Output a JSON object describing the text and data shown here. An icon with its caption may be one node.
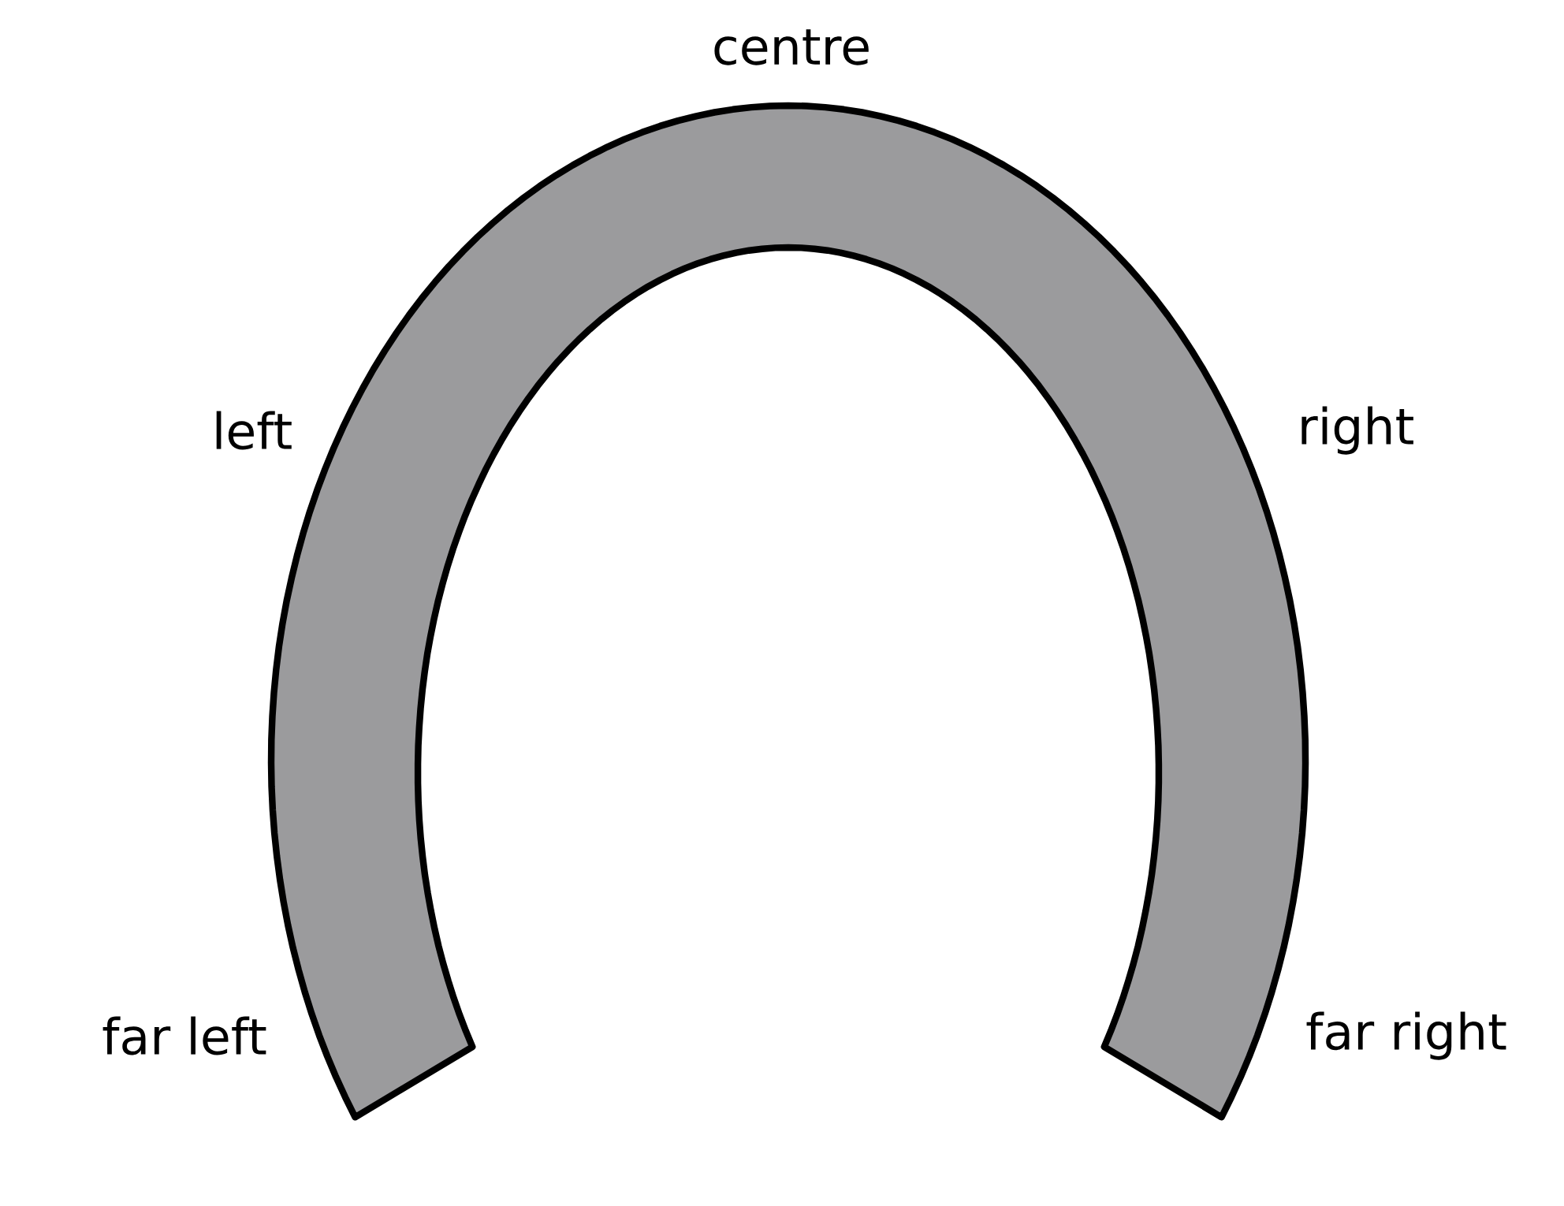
{
  "diagram": {
    "labels": [
      "centre",
      "left",
      "right",
      "far left",
      "far right"
    ]
  }
}
